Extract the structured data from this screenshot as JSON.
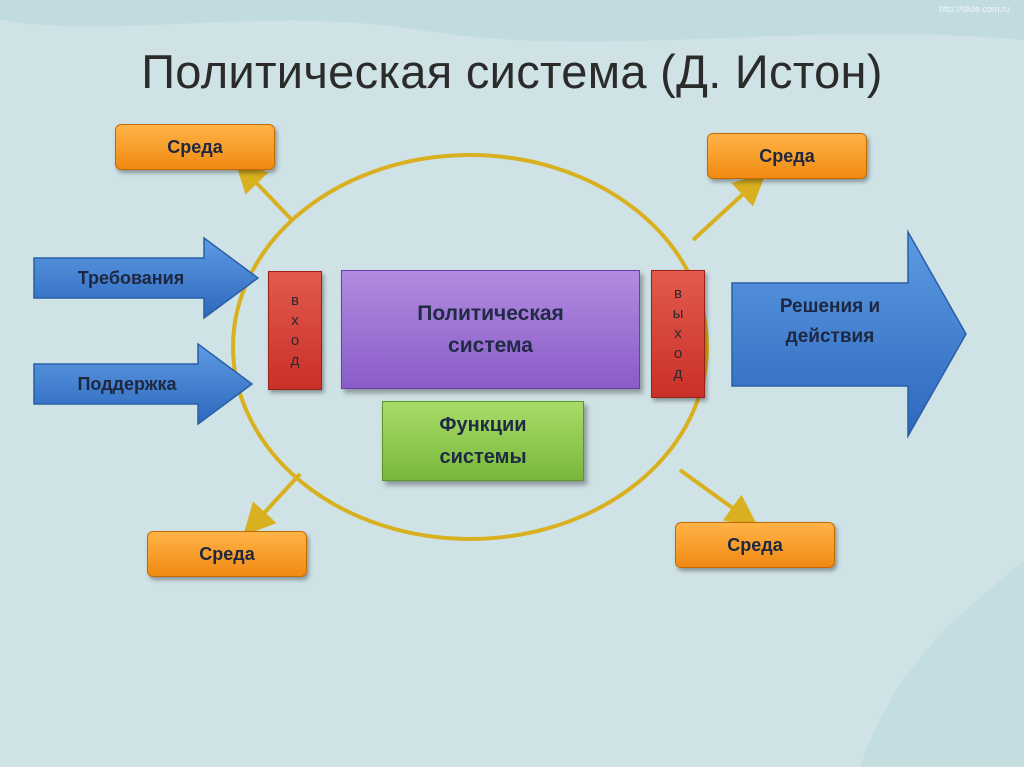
{
  "title": "Политическая система (Д. Истон)",
  "watermark": "http://slide.com.ru",
  "env_top_left": "Среда",
  "env_top_right": "Среда",
  "env_bottom_left": "Среда",
  "env_bottom_right": "Среда",
  "input_demands": "Требования",
  "input_support": "Поддержка",
  "input_block": "вход",
  "output_block": "выход",
  "central": "Политическая система",
  "functions": "Функции системы",
  "output": "Решения и действия",
  "colors": {
    "background": "#cfe3e6",
    "orange": "#f7a13a",
    "purple": "#9b6fd6",
    "green": "#8cc84b",
    "red": "#d9443a",
    "blue_arrow": "#3f7fd0",
    "gold": "#d9b020"
  }
}
